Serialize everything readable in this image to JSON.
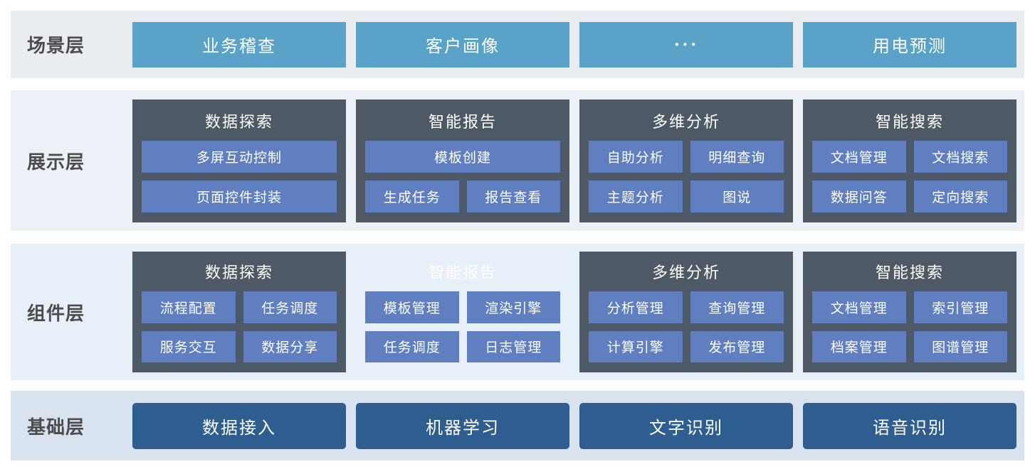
{
  "colors": {
    "scenario_band_bg": "#e9edf2",
    "presentation_band_bg": "#ebf1f7",
    "component_band_bg": "#e7f0f8",
    "base_band_bg": "#d9e3ef",
    "teal_box": "#58a3c7",
    "dark_card": "#4d5965",
    "blue_button": "#5f7fc0",
    "deep_blue_box": "#2e5e90",
    "layer_label_text": "#4c4c4c",
    "box_text": "#ffffff"
  },
  "layers": {
    "scenario": {
      "label": "场景层",
      "boxes": [
        "业务稽查",
        "客户画像",
        "···",
        "用电预测"
      ]
    },
    "presentation": {
      "label": "展示层",
      "cards": [
        {
          "title": "数据探索",
          "rows": [
            [
              "多屏互动控制"
            ],
            [
              "页面控件封装"
            ]
          ]
        },
        {
          "title": "智能报告",
          "rows": [
            [
              "模板创建"
            ],
            [
              "生成任务",
              "报告查看"
            ]
          ]
        },
        {
          "title": "多维分析",
          "rows": [
            [
              "自助分析",
              "明细查询"
            ],
            [
              "主题分析",
              "图说"
            ]
          ]
        },
        {
          "title": "智能搜索",
          "rows": [
            [
              "文档管理",
              "文档搜索"
            ],
            [
              "数据问答",
              "定向搜索"
            ]
          ]
        }
      ]
    },
    "component": {
      "label": "组件层",
      "cards": [
        {
          "title": "数据探索",
          "rows": [
            [
              "流程配置",
              "任务调度"
            ],
            [
              "服务交互",
              "数据分享"
            ]
          ]
        },
        {
          "title": "智能报告",
          "rows": [
            [
              "模板管理",
              "渲染引擎"
            ],
            [
              "任务调度",
              "日志管理"
            ]
          ]
        },
        {
          "title": "多维分析",
          "rows": [
            [
              "分析管理",
              "查询管理"
            ],
            [
              "计算引擎",
              "发布管理"
            ]
          ]
        },
        {
          "title": "智能搜索",
          "rows": [
            [
              "文档管理",
              "索引管理"
            ],
            [
              "档案管理",
              "图谱管理"
            ]
          ]
        }
      ]
    },
    "base": {
      "label": "基础层",
      "boxes": [
        "数据接入",
        "机器学习",
        "文字识别",
        "语音识别"
      ]
    }
  }
}
